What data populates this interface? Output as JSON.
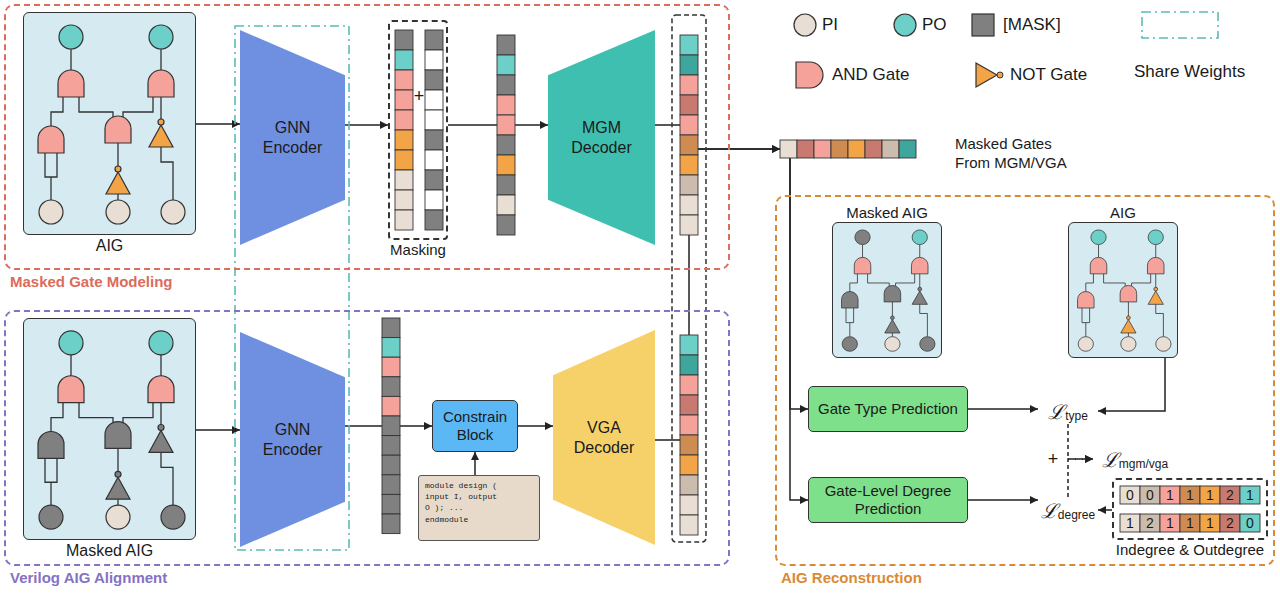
{
  "diagram": {
    "nodes": [
      {
        "text": [
          "Masked Gate Modeling"
        ]
      },
      {
        "text": [
          "AIG"
        ],
        "in": 0
      },
      {
        "text": [
          "GNN Encoder"
        ],
        "in": 0
      },
      {
        "text": [
          "Masking"
        ],
        "in": 0
      },
      {
        "text": [
          "MGM Decoder"
        ],
        "in": 0
      },
      {
        "text": [
          "Verilog AIG Alignment"
        ]
      },
      {
        "text": [
          "Masked AIG"
        ],
        "in": 5
      },
      {
        "text": [
          "GNN Encoder"
        ],
        "in": 5
      },
      {
        "text": [
          "Constrain Block"
        ],
        "in": 5
      },
      {
        "text": [
          "module design ( input I, output O ); ... endmodule"
        ],
        "in": 5
      },
      {
        "text": [
          "VGA Decoder"
        ],
        "in": 5
      },
      {
        "text": [
          "Masked Gates From MGM/VGA"
        ]
      },
      {
        "text": [
          "AIG Reconstruction"
        ]
      },
      {
        "text": [
          "Masked AIG"
        ],
        "in": 12
      },
      {
        "text": [
          "AIG"
        ],
        "in": 12
      },
      {
        "text": [
          "Gate Type Prediction"
        ],
        "in": 12
      },
      {
        "text": [
          "Gate-Level Degree Prediction"
        ],
        "in": 12
      },
      {
        "text": [
          "ℒ",
          "type"
        ],
        "in": 12
      },
      {
        "text": [
          "ℒ",
          "degree"
        ],
        "in": 12
      },
      {
        "text": [
          "ℒ",
          "mgm/vga"
        ],
        "in": 12
      },
      {
        "text": [
          "Indegree & Outdegree"
        ],
        "in": 12
      }
    ],
    "edges": [
      {
        "from": 1,
        "to": 2,
        "arrow": "to"
      },
      {
        "from": 2,
        "to": 3,
        "arrow": "to"
      },
      {
        "from": 3,
        "to": 4,
        "arrow": "to"
      },
      {
        "from": 4,
        "to": 11,
        "arrow": "to"
      },
      {
        "from": 6,
        "to": 7,
        "arrow": "to"
      },
      {
        "from": 7,
        "to": 8,
        "arrow": "to"
      },
      {
        "from": 9,
        "to": 8,
        "arrow": "to"
      },
      {
        "from": 8,
        "to": 10,
        "arrow": "to"
      },
      {
        "from": 10,
        "to": 11,
        "arrow": "to"
      },
      {
        "from": 11,
        "to": 15,
        "arrow": "to"
      },
      {
        "from": 11,
        "to": 16,
        "arrow": "to"
      },
      {
        "from": 15,
        "to": 17,
        "arrow": "to"
      },
      {
        "from": 14,
        "to": 17,
        "arrow": "to"
      },
      {
        "from": 16,
        "to": 18,
        "arrow": "to"
      },
      {
        "from": 20,
        "to": 18,
        "arrow": "to"
      },
      {
        "from": 17,
        "to": 19,
        "arrow": "to"
      },
      {
        "from": 18,
        "to": 19,
        "arrow": "to"
      }
    ],
    "labels": [
      "+",
      "+",
      "0",
      "0",
      "1",
      "1",
      "1",
      "2",
      "1",
      "1",
      "2",
      "1",
      "1",
      "1",
      "2",
      "0"
    ],
    "legend": [
      {
        "text": "PI",
        "color": "#e9ded3"
      },
      {
        "text": "PO",
        "color": "#6dd0c8"
      },
      {
        "text": "[MASK]",
        "color": "#808080"
      },
      {
        "text": "AND Gate",
        "color": "#f4a29a"
      },
      {
        "text": "NOT Gate",
        "color": "#f3a447"
      },
      {
        "text": "Share Weights"
      }
    ]
  }
}
